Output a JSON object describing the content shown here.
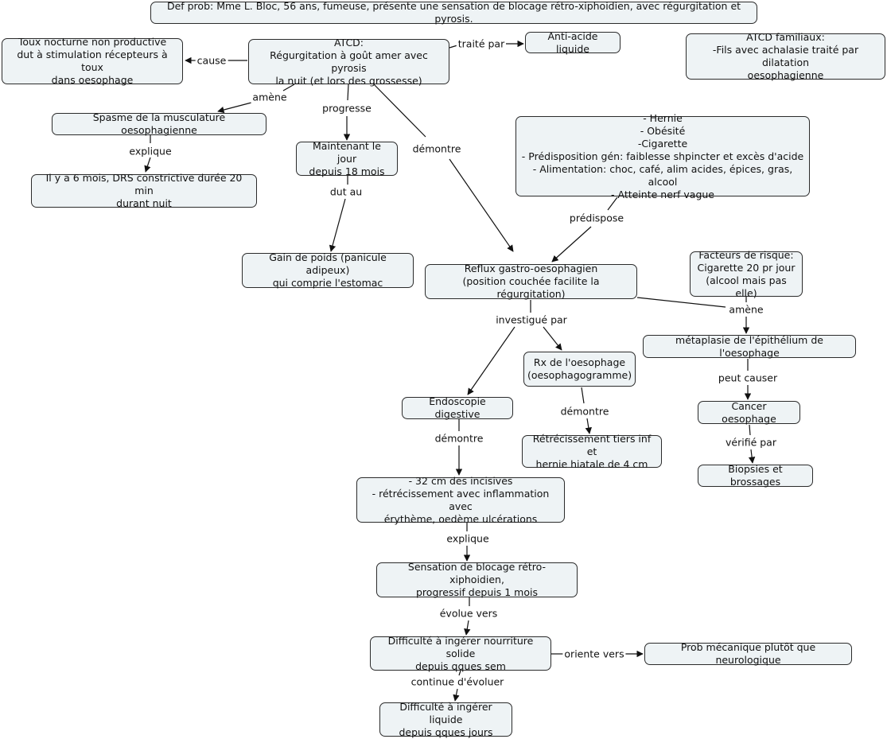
{
  "nodes": {
    "def": "Def prob: Mme L. Bloc, 56 ans, fumeuse, présente une sensation de blocage rétro-xiphoidien, avec régurgitation et pyrosis.",
    "toux": "Toux nocturne non productive\ndut à stimulation récepteurs à toux\ndans oesophage",
    "atcd": "ATCD:\nRégurgitation à goût amer avec pyrosis\nla nuit (et lors des grossesse)",
    "antiacide": "Anti-acide liquide",
    "atcd_fam": "ATCD familiaux:\n-Fils avec achalasie traité par dilatation\noesophagienne",
    "spasme": "Spasme de la musculature oesophagienne",
    "maintenant": "Maintenant le jour\ndepuis 18 mois",
    "hernie": "- Hernie\n- Obésité\n-Cigarette\n- Prédisposition gén: faiblesse shpincter et excès d'acide\n- Alimentation: choc, café, alim acides, épices, gras, alcool\n- Atteinte nerf vague",
    "drs": "Il y a 6 mois, DRS constrictive durée 20 min\ndurant nuit",
    "gain": "Gain de poids (panicule adipeux)\nqui comprie l'estomac",
    "reflux": "Reflux gastro-oesophagien\n(position couchée facilite la régurgitation)",
    "facteurs": "Facteurs de risque:\nCigarette 20 pr jour\n(alcool mais pas elle)",
    "metaplasie": "métaplasie de l'épithélium de l'oesophage",
    "rx": "Rx de l'oesophage\n(oesophagogramme)",
    "endoscopie": "Endoscopie digestive",
    "cancer": "Cancer oesophage",
    "retrecissement": "Rétrécissement tiers inf et\nhernie hiatale de 4 cm",
    "biopsies": "Biopsies et brossages",
    "cm32": "- 32 cm des incisives\n- rétrécissement avec inflammation avec\nérythème, oedème ulcérations",
    "sensation": "Sensation de blocage  rétro-xiphoidien,\nprogressif depuis 1 mois",
    "difficulte_solide": "Difficulté à ingérer nourriture solide\ndepuis qques sem",
    "prob_meca": "Prob mécanique plutôt que neurologique",
    "difficulte_liquide": "Difficulté à ingérer liquide\ndepuis qques jours"
  },
  "links": {
    "cause": "cause",
    "traite_par": "traité par",
    "amene1": "amène",
    "progresse": "progresse",
    "demontre1": "démontre",
    "explique1": "explique",
    "dut_au": "dut au",
    "predispose": "prédispose",
    "investigue_par": "investigué par",
    "amene2": "amène",
    "peut_causer": "peut causer",
    "demontre2": "démontre",
    "demontre3": "démontre",
    "verifie_par": "vérifié par",
    "explique2": "explique",
    "evolue_vers": "évolue vers",
    "oriente_vers": "oriente vers",
    "continue": "continue d'évoluer"
  }
}
